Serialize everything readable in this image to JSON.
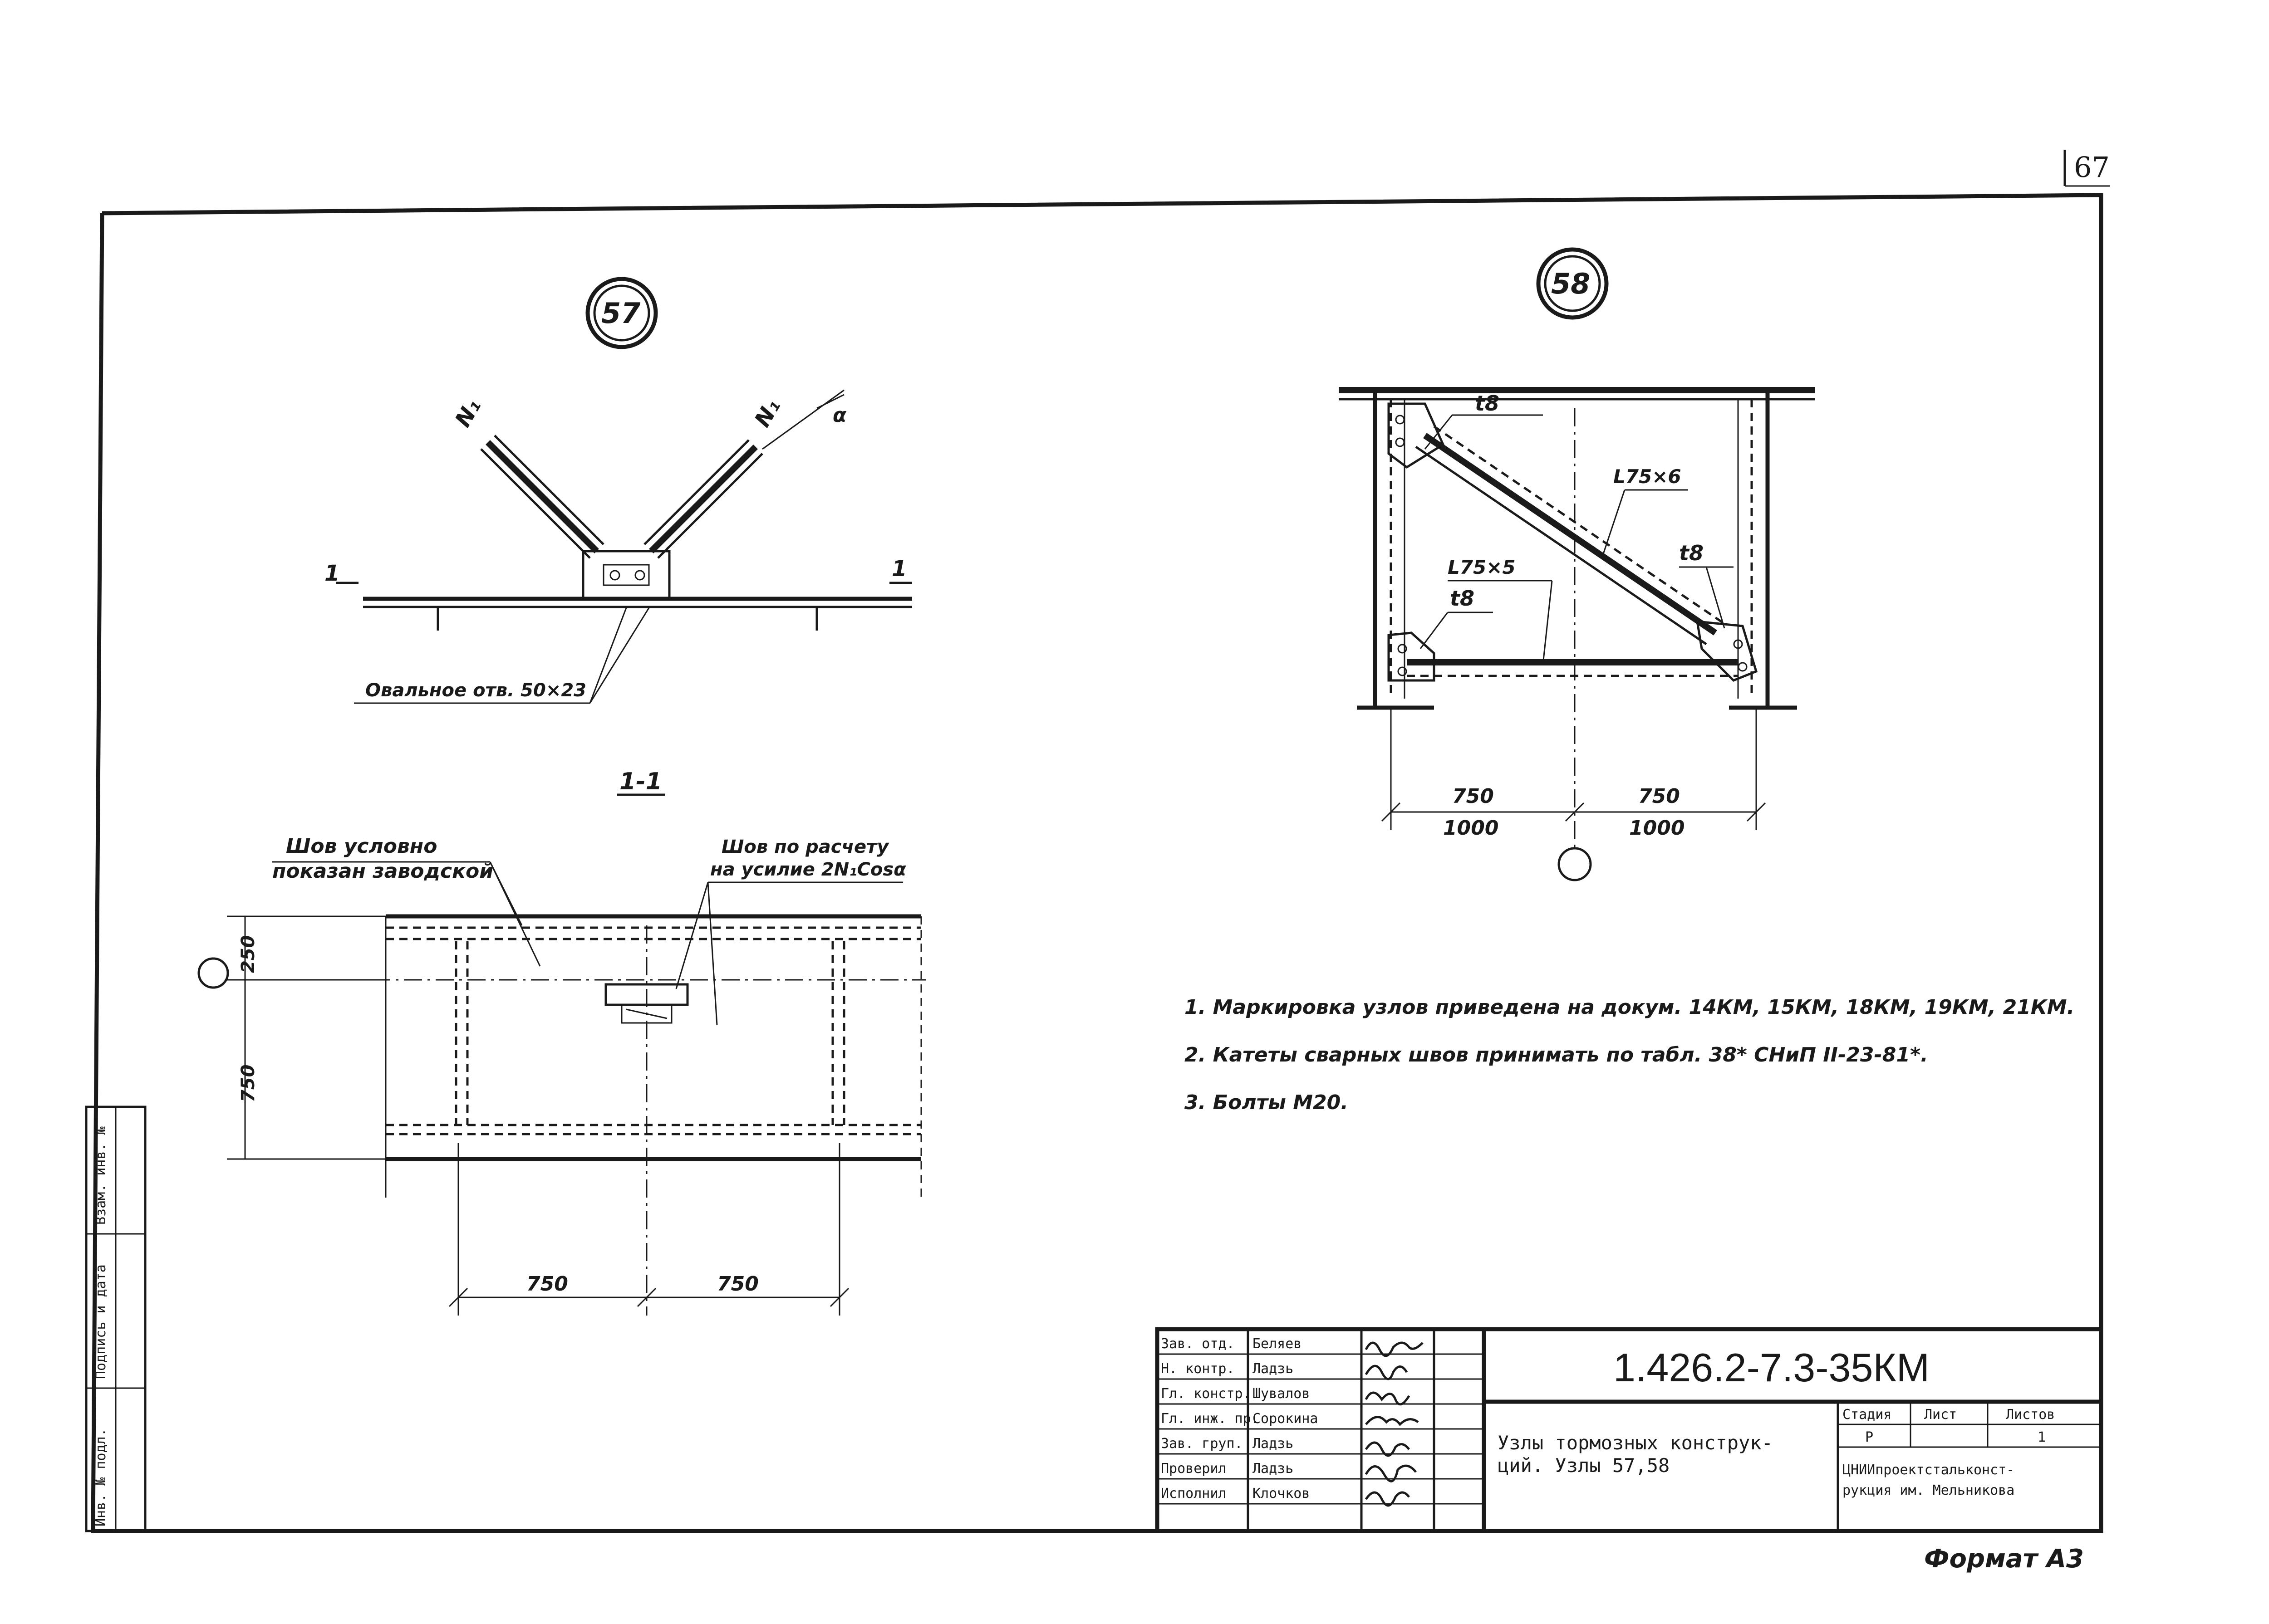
{
  "sheet": {
    "page_number": "67",
    "format_label": "Формат А3"
  },
  "node57": {
    "label": "57",
    "force_left": "N₁",
    "force_right": "N₁",
    "angle": "α",
    "section_mark_left": "1",
    "section_mark_right": "1",
    "oval_hole_note": "Овальное отв. 50×23",
    "section_title": "1-1",
    "weld_note_left_line1": "Шов условно",
    "weld_note_left_line2": "показан заводской",
    "weld_note_right_line1": "Шов по расчету",
    "weld_note_right_line2": "на усилие 2N₁Cosα",
    "dim_250": "250",
    "dim_750_vert": "750",
    "dim_750_left": "750",
    "dim_750_right": "750"
  },
  "node58": {
    "label": "58",
    "plate_top": "t8",
    "angle_diag": "L75×6",
    "plate_right": "t8",
    "angle_bottom": "L75×5",
    "plate_left": "t8",
    "dim_750_left": "750",
    "dim_750_right": "750",
    "dim_1000_left": "1000",
    "dim_1000_right": "1000"
  },
  "notes": [
    "1. Маркировка узлов приведена на докум. 14КМ, 15КМ, 18КМ, 19КМ, 21КМ.",
    "2. Катеты сварных швов принимать по табл. 38* СНиП II-23-81*.",
    "3. Болты М20."
  ],
  "side_stamp": {
    "col1": "Взам. инв. №",
    "col2": "Подпись и дата",
    "col3": "Инв. № подл."
  },
  "title_block": {
    "code": "1.426.2-7.3-35КМ",
    "title_line1": "Узлы тормозных конструк-",
    "title_line2": "ций. Узлы 57,58",
    "stage_header": "Стадия",
    "sheet_header": "Лист",
    "sheets_header": "Листов",
    "stage_value": "Р",
    "sheets_value": "1",
    "org_line1": "ЦНИИпроектстальконст-",
    "org_line2": "рукция им. Мельникова",
    "rows": [
      {
        "role": "Зав. отд.",
        "name": "Беляев"
      },
      {
        "role": "Н. контр.",
        "name": "Ладзь"
      },
      {
        "role": "Гл. констр.",
        "name": "Шувалов"
      },
      {
        "role": "Гл. инж. пр.",
        "name": "Сорокина"
      },
      {
        "role": "Зав. груп.",
        "name": "Ладзь"
      },
      {
        "role": "Проверил",
        "name": "Ладзь"
      },
      {
        "role": "Исполнил",
        "name": "Клочков"
      }
    ]
  }
}
